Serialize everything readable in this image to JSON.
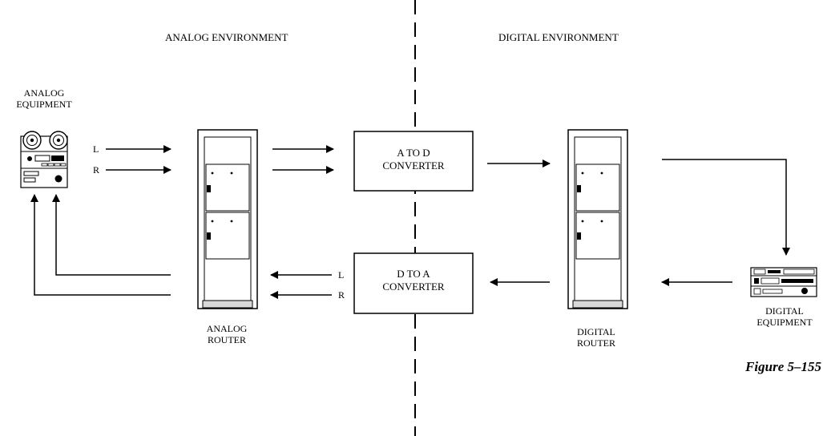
{
  "environments": {
    "analog": "ANALOG ENVIRONMENT",
    "digital": "DIGITAL ENVIRONMENT"
  },
  "analog_equipment": {
    "line1": "ANALOG",
    "line2": "EQUIPMENT",
    "icon": "reel-to-reel-tape-recorder-icon"
  },
  "digital_equipment": {
    "line1": "DIGITAL",
    "line2": "EQUIPMENT",
    "icon": "digital-tape-deck-icon"
  },
  "analog_router": {
    "line1": "ANALOG",
    "line2": "ROUTER",
    "icon": "router-rack-icon"
  },
  "digital_router": {
    "line1": "DIGITAL",
    "line2": "ROUTER",
    "icon": "router-rack-icon"
  },
  "a_to_d": {
    "line1": "A TO D",
    "line2": "CONVERTER"
  },
  "d_to_a": {
    "line1": "D TO A",
    "line2": "CONVERTER"
  },
  "channels": {
    "left": "L",
    "right": "R"
  },
  "figure_caption": "Figure 5–155"
}
